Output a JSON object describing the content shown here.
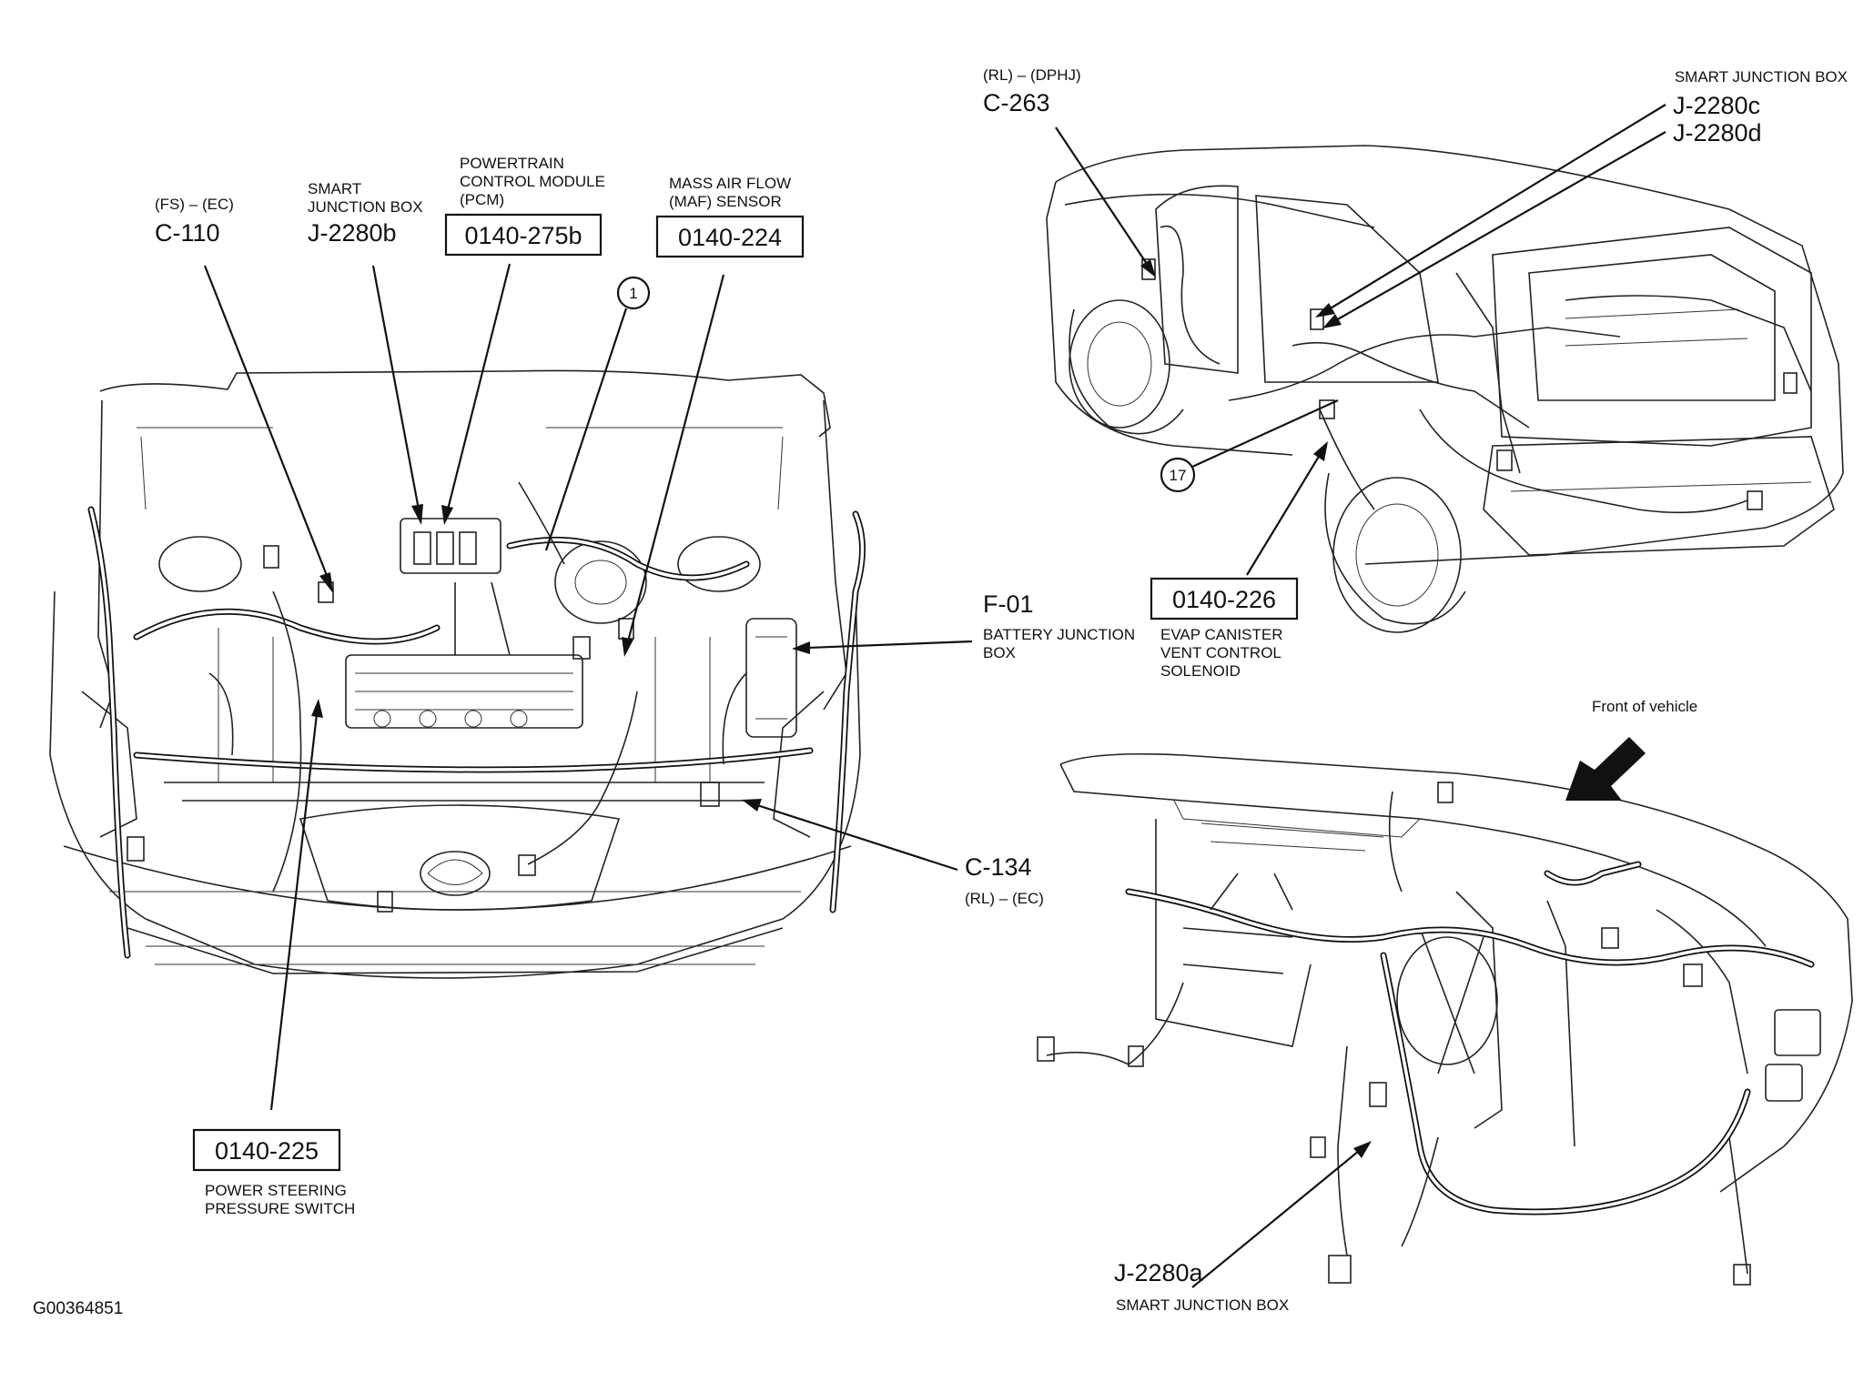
{
  "figure_id": "G00364851",
  "engine": {
    "c110": {
      "sub": "(FS) – (EC)",
      "id": "C-110"
    },
    "sjb_b": {
      "desc1": "SMART",
      "desc2": "JUNCTION BOX",
      "id": "J-2280b"
    },
    "pcm": {
      "desc1": "POWERTRAIN",
      "desc2": "CONTROL MODULE",
      "desc3": "(PCM)",
      "id": "0140-275b"
    },
    "maf": {
      "desc1": "MASS AIR FLOW",
      "desc2": "(MAF) SENSOR",
      "id": "0140-224"
    },
    "callout_1": "1",
    "f01": {
      "id": "F-01",
      "desc1": "BATTERY JUNCTION",
      "desc2": "BOX"
    },
    "c134": {
      "id": "C-134",
      "sub": "(RL) – (EC)"
    },
    "ps": {
      "id": "0140-225",
      "desc1": "POWER STEERING",
      "desc2": "PRESSURE SWITCH"
    }
  },
  "rear": {
    "c263": {
      "sub": "(RL) – (DPHJ)",
      "id": "C-263"
    },
    "sjb_cd": {
      "desc": "SMART JUNCTION BOX",
      "id1": "J-2280c",
      "id2": "J-2280d"
    },
    "callout_17": "17",
    "evap": {
      "id": "0140-226",
      "desc1": "EVAP CANISTER",
      "desc2": "VENT CONTROL",
      "desc3": "SOLENOID"
    }
  },
  "dash": {
    "front_label": "Front of vehicle",
    "sjb_a": {
      "id": "J-2280a",
      "desc": "SMART JUNCTION BOX"
    }
  }
}
